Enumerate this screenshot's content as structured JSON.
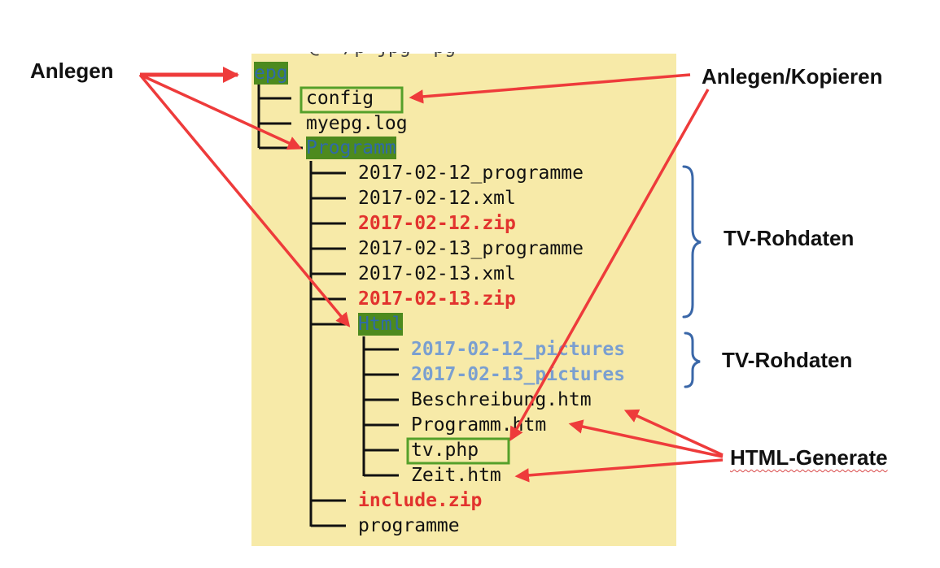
{
  "tree": {
    "top_partial": "@ ~/p jpg ~pg",
    "items": [
      {
        "text": "epg",
        "kind": "dir"
      },
      {
        "text": "config",
        "kind": "file"
      },
      {
        "text": "myepg.log",
        "kind": "file"
      },
      {
        "text": "Programm",
        "kind": "dir"
      },
      {
        "text": "2017-02-12_programme",
        "kind": "file"
      },
      {
        "text": "2017-02-12.xml",
        "kind": "file"
      },
      {
        "text": "2017-02-12.zip",
        "kind": "zip"
      },
      {
        "text": "2017-02-13_programme",
        "kind": "file"
      },
      {
        "text": "2017-02-13.xml",
        "kind": "file"
      },
      {
        "text": "2017-02-13.zip",
        "kind": "zip"
      },
      {
        "text": "Html",
        "kind": "dir"
      },
      {
        "text": "2017-02-12_pictures",
        "kind": "pic"
      },
      {
        "text": "2017-02-13_pictures",
        "kind": "pic"
      },
      {
        "text": "Beschreibung.htm",
        "kind": "file"
      },
      {
        "text": "Programm.htm",
        "kind": "file"
      },
      {
        "text": "tv.php",
        "kind": "file"
      },
      {
        "text": "Zeit.htm",
        "kind": "file"
      },
      {
        "text": "include.zip",
        "kind": "zip"
      },
      {
        "text": "programme",
        "kind": "file"
      }
    ]
  },
  "labels": {
    "anlegen": "Anlegen",
    "anlegen_kopieren": "Anlegen/Kopieren",
    "tv_rohdaten_1": "TV-Rohdaten",
    "tv_rohdaten_2": "TV-Rohdaten",
    "html_generate": "HTML-Generate"
  },
  "colors": {
    "panel_background": "#f7eaa8",
    "directory_highlight": "#4d8a1e",
    "directory_text": "#2f6aa8",
    "zip_text": "#e2332e",
    "pictures_text": "#7a9fd0",
    "arrow": "#ee3b3b",
    "brace": "#3a67a8",
    "box_outline": "#55a02a"
  }
}
